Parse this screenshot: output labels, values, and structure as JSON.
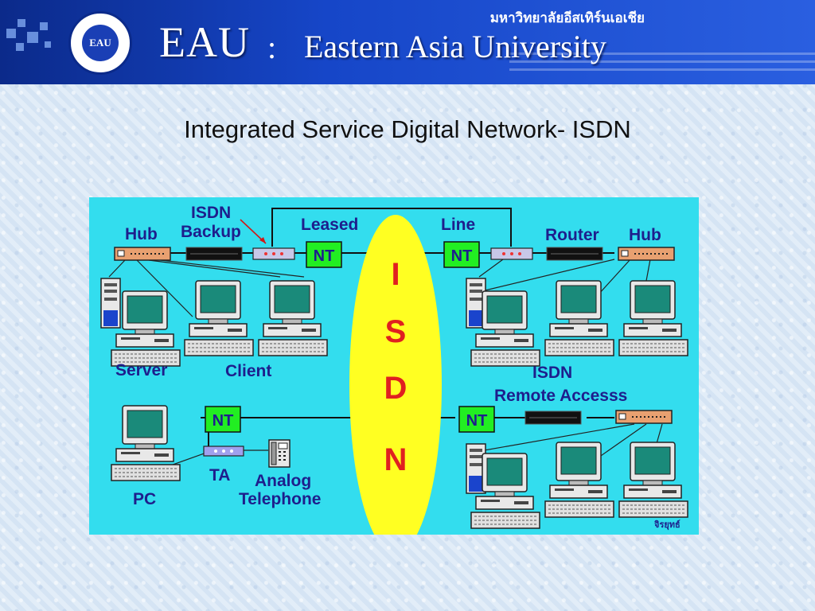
{
  "header": {
    "logo_text": "EAU",
    "brand_abbr": "EAU",
    "separator": ":",
    "brand_name": "Eastern Asia University",
    "thai_name": "มหาวิทยาลัยอีสเทิร์นเอเชีย"
  },
  "slide": {
    "title": "Integrated Service Digital Network- ISDN"
  },
  "diagram": {
    "labels": {
      "hub_left": "Hub",
      "isdn_backup_1": "ISDN",
      "isdn_backup_2": "Backup",
      "leased": "Leased",
      "line": "Line",
      "router": "Router",
      "hub_right": "Hub",
      "server": "Server",
      "client": "Client",
      "isdn_remote_1": "ISDN",
      "isdn_remote_2": "Remote Accesss",
      "ta": "TA",
      "analog_1": "Analog",
      "analog_2": "Telephone",
      "pc": "PC"
    },
    "nt_label": "NT",
    "isdn_letters": [
      "I",
      "S",
      "D",
      "N"
    ],
    "signature": "จิรยุทธ์"
  },
  "colors": {
    "diagram_background": "#33ddee",
    "isdn_ellipse": "#ffff22",
    "isdn_text": "#e02020",
    "nt_box": "#22ee22",
    "label_text": "#1e1e8c",
    "banner": "#1646c8"
  }
}
